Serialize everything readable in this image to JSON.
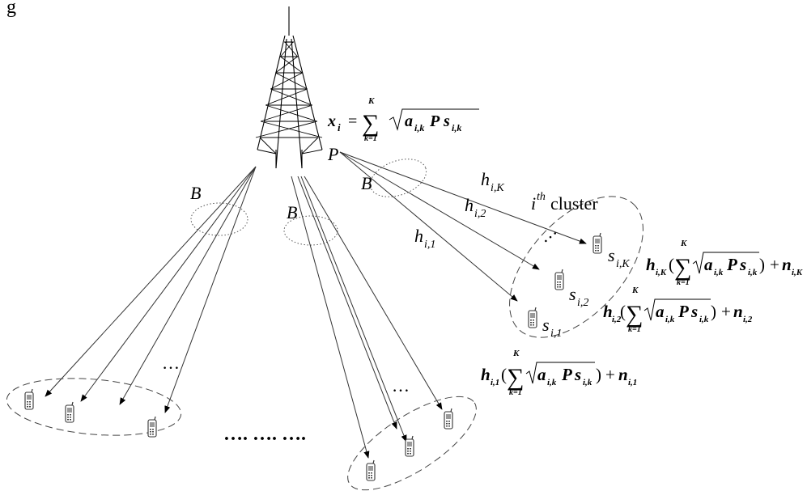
{
  "header": {
    "fragment": "g"
  },
  "tower": {
    "power_label": "P"
  },
  "transmit_eq": {
    "lhs": "x",
    "lhs_sub": "i",
    "equals": "=",
    "sum_upper": "K",
    "sum_lower": "k=1",
    "radicand": "a",
    "radicand_sub": "i,k",
    "radicand_p": "P",
    "signal": "s",
    "signal_sub": "i,k"
  },
  "beams": {
    "label_left": "B",
    "label_middle": "B",
    "label_right": "B"
  },
  "channels": [
    {
      "base": "h",
      "sub": "i,K"
    },
    {
      "base": "h",
      "sub": "i,2"
    },
    {
      "base": "h",
      "sub": "i,1"
    }
  ],
  "cluster": {
    "prefix": "i",
    "sup": "th",
    "word": "cluster"
  },
  "users": [
    {
      "base": "s",
      "sub": "i,K"
    },
    {
      "base": "s",
      "sub": "i,2"
    },
    {
      "base": "s",
      "sub": "i,1"
    }
  ],
  "received": [
    {
      "h": "h",
      "h_sub": "i,K",
      "upper": "K",
      "lower": "k=1",
      "a": "a",
      "a_sub": "i,k",
      "p": "P",
      "s": "s",
      "s_sub": "i,k",
      "n": "n",
      "n_sub": "i,K"
    },
    {
      "h": "h",
      "h_sub": "i,2",
      "upper": "K",
      "lower": "k=1",
      "a": "a",
      "a_sub": "i,k",
      "p": "P",
      "s": "s",
      "s_sub": "i,k",
      "n": "n",
      "n_sub": "i,2"
    },
    {
      "h": "h",
      "h_sub": "i,1",
      "upper": "K",
      "lower": "k=1",
      "a": "a",
      "a_sub": "i,k",
      "p": "P",
      "s": "s",
      "s_sub": "i,k",
      "n": "n",
      "n_sub": "i,1"
    }
  ],
  "ellipses": {
    "dots_small": "…",
    "dots_between": "…. …. …."
  }
}
